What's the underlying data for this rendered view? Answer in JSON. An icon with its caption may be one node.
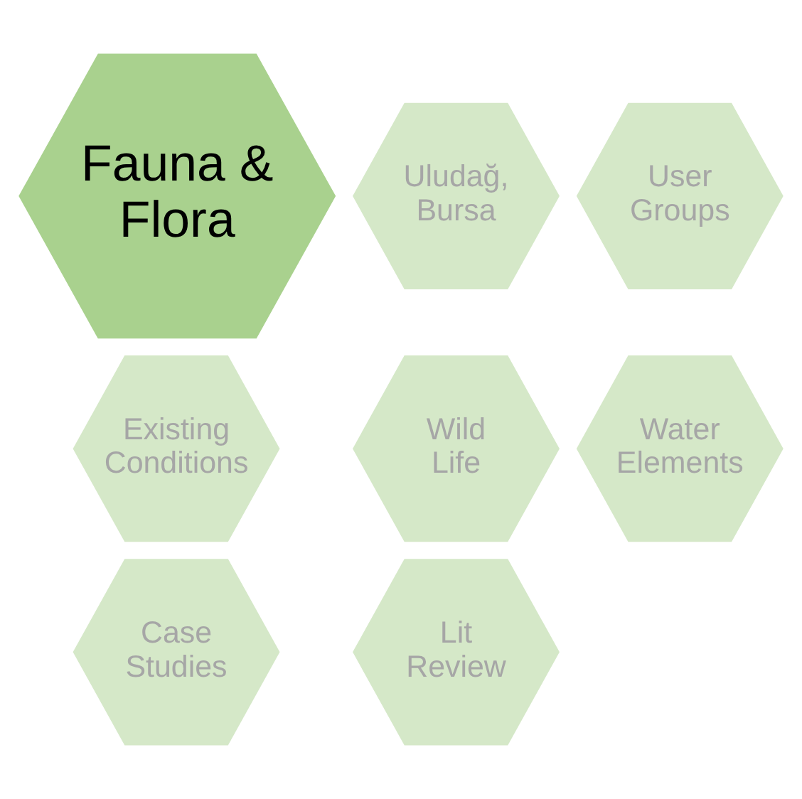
{
  "diagram": {
    "nodes": [
      {
        "text": [
          "Fauna & Flora"
        ]
      },
      {
        "text": [
          "Uludağ, Bursa"
        ]
      },
      {
        "text": [
          "User Groups"
        ]
      },
      {
        "text": [
          "Existing Conditions"
        ]
      },
      {
        "text": [
          "Wild Life"
        ]
      },
      {
        "text": [
          "Water Elements"
        ]
      },
      {
        "text": [
          "Case Studies"
        ]
      },
      {
        "text": [
          "Lit Review"
        ]
      }
    ]
  }
}
